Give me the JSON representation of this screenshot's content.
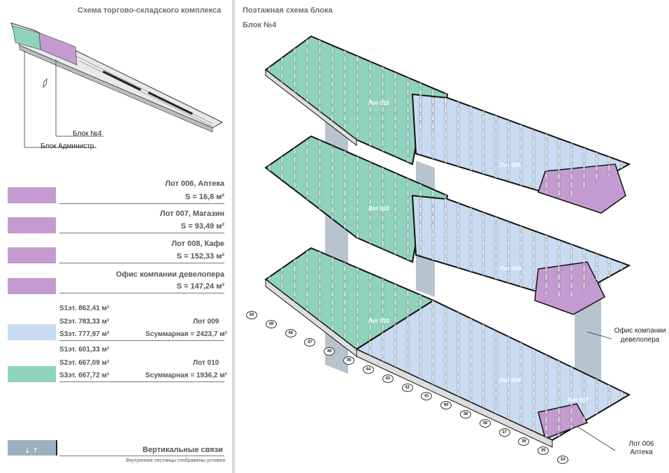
{
  "left_title": "Схема торгово-складского комплекса",
  "right_title": "Поэтажная схема блока",
  "block_label": "Блок №4",
  "overview_callouts": {
    "block4": "Блок №4",
    "admin": "Блок Администр."
  },
  "lots": [
    {
      "title": "Лот 006, Аптека",
      "area": "S = 16,8 м²",
      "color": "#c49bd0"
    },
    {
      "title": "Лот 007, Магазин",
      "area": "S = 93,49 м²",
      "color": "#c49bd0"
    },
    {
      "title": "Лот 008,  Кафе",
      "area": "S = 152,33 м²",
      "color": "#c49bd0"
    },
    {
      "title": "Офис компании девелопера",
      "area": "S = 147,24 м²",
      "color": "#c49bd0"
    }
  ],
  "lot009": {
    "color": "#c9dbf0",
    "s1": "S1эт. 862,41 м²",
    "s2": "S2эт. 783,33 м²",
    "s3": "S3эт. 777,97 м²",
    "name": "Лот 009",
    "total": "Sсуммарная = 2423,7 м²"
  },
  "lot010": {
    "color": "#8fd3bf",
    "s1": "S1эт. 601,33 м²",
    "s2": "S2эт. 667,09 м²",
    "s3": "S3эт. 667,72 м²",
    "name": "Лот 010",
    "total": "Sсуммарная = 1936,2 м²"
  },
  "vertical": {
    "title": "Вертикальные связи",
    "note": "Внутренние лестницы отображены условно",
    "color": "#9fb0bd"
  },
  "floor_labels": {
    "lot010_top": "Лот 010",
    "lot009_top": "Лот 009",
    "lot010_mid": "Лот 010",
    "lot009_mid": "Лот 009",
    "lot010_bot": "Лот 010",
    "lot009_bot": "Лот 009",
    "lot007": "Лот 007"
  },
  "right_callouts": {
    "office1": "Офис компании",
    "office2": "девелопера",
    "lot006": "Лот 006",
    "apteka": "Аптека"
  },
  "axis_numbers": [
    "50",
    "49",
    "48",
    "47",
    "46",
    "45",
    "44",
    "43",
    "42",
    "41",
    "40",
    "39",
    "38",
    "37",
    "36",
    "35",
    "34"
  ]
}
